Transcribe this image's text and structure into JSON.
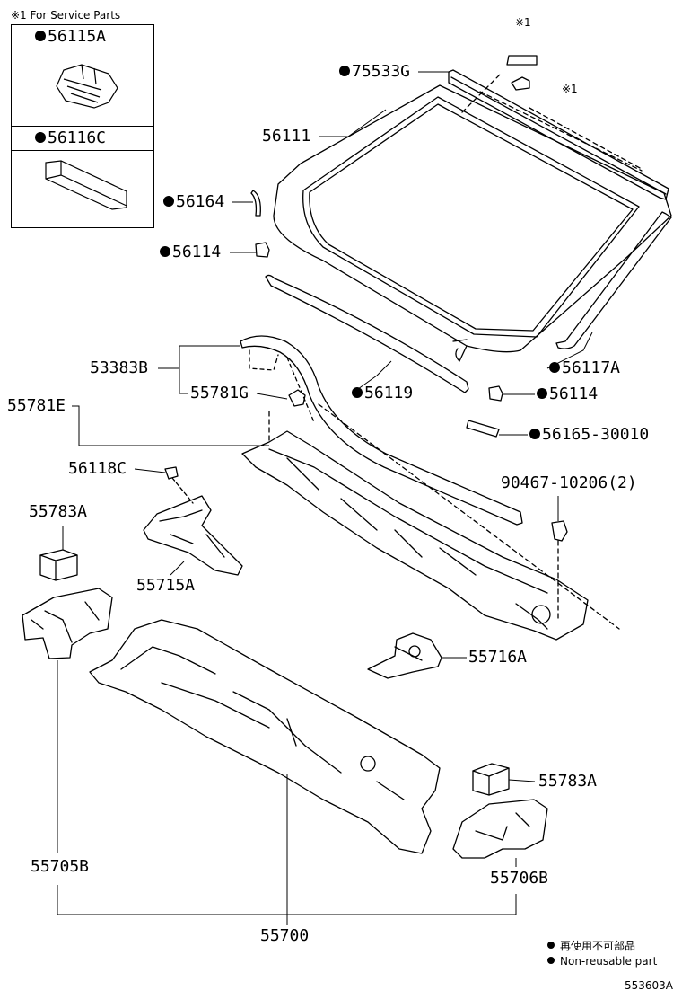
{
  "service_parts": {
    "header": "※1 For Service Parts",
    "items": [
      {
        "part": "56115A",
        "icon": "clip-part-icon"
      },
      {
        "part": "56116C",
        "icon": "pad-part-icon"
      }
    ]
  },
  "markers": {
    "ref_mark_a": "※1",
    "ref_mark_b": "※1"
  },
  "labels": {
    "p75533G": "75533G",
    "p56111": "56111",
    "p56164": "56164",
    "p56114a": "56114",
    "p53383B": "53383B",
    "p55781E": "55781E",
    "p55781G": "55781G",
    "p56119": "56119",
    "p56117A": "56117A",
    "p56114b": "56114",
    "p56165": "56165-30010",
    "p56118C": "56118C",
    "p90467": "90467-10206(2)",
    "p55783A_a": "55783A",
    "p55715A": "55715A",
    "p55716A": "55716A",
    "p55783A_b": "55783A",
    "p55705B": "55705B",
    "p55706B": "55706B",
    "p55700": "55700"
  },
  "legend": {
    "jp": "再使用不可部品",
    "en": "Non-reusable part"
  },
  "diagram_id": "553603A"
}
